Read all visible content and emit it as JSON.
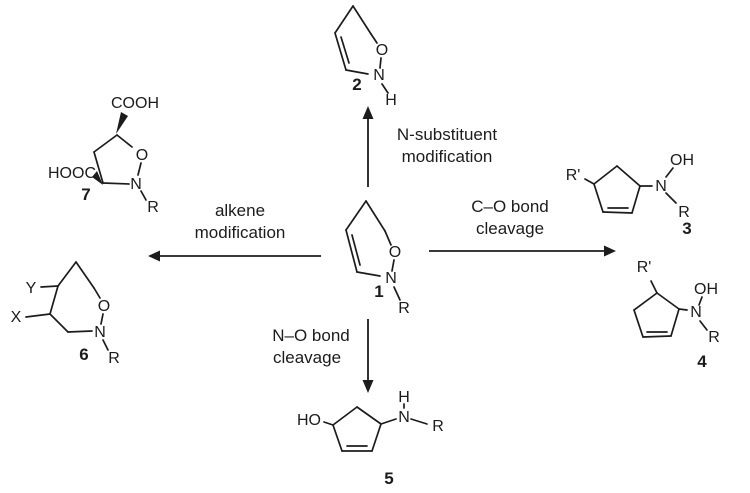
{
  "labels": {
    "up_line1": "N-substituent",
    "up_line2": "modification",
    "right_line1": "C–O bond",
    "right_line2": "cleavage",
    "left_line1": "alkene",
    "left_line2": "modification",
    "down_line1": "N–O bond",
    "down_line2": "cleavage"
  },
  "compounds": {
    "c1": {
      "number": "1",
      "o": "O",
      "n": "N",
      "r": "R"
    },
    "c2": {
      "number": "2",
      "o": "O",
      "n": "N",
      "h": "H"
    },
    "c3": {
      "number": "3",
      "r_prime": "R'",
      "oh": "OH",
      "n": "N",
      "r": "R"
    },
    "c4": {
      "number": "4",
      "r_prime": "R'",
      "oh": "OH",
      "n": "N",
      "r": "R"
    },
    "c5": {
      "number": "5",
      "ho": "HO",
      "h": "H",
      "n": "N",
      "r": "R"
    },
    "c6": {
      "number": "6",
      "x": "X",
      "y": "Y",
      "o": "O",
      "n": "N",
      "r": "R"
    },
    "c7": {
      "number": "7",
      "cooh": "COOH",
      "hooc": "HOOC",
      "o": "O",
      "n": "N",
      "r": "R"
    }
  }
}
